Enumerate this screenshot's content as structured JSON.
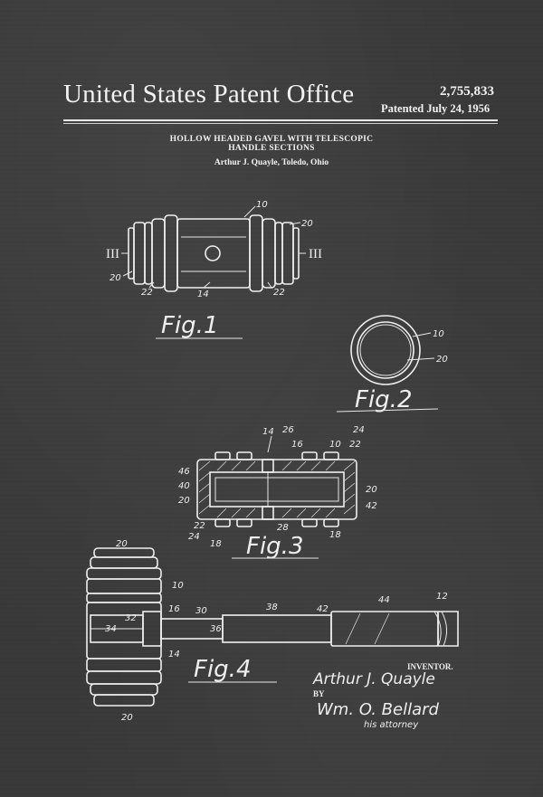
{
  "header": {
    "office": "United States Patent Office",
    "number": "2,755,833",
    "patented": "Patented July 24, 1956"
  },
  "document": {
    "title_line1": "HOLLOW HEADED GAVEL WITH TELESCOPIC",
    "title_line2": "HANDLE SECTIONS",
    "inventor": "Arthur J. Quayle, Toledo, Ohio"
  },
  "figures": {
    "fig1": "Fig.1",
    "fig2": "Fig.2",
    "fig3": "Fig.3",
    "fig4": "Fig.4"
  },
  "section_marks": {
    "left": "III",
    "right": "III"
  },
  "reference_numerals": {
    "n10": "10",
    "n12": "12",
    "n14": "14",
    "n16": "16",
    "n18": "18",
    "n20": "20",
    "n22": "22",
    "n24": "24",
    "n26": "26",
    "n28": "28",
    "n30": "30",
    "n32": "32",
    "n34": "34",
    "n36": "36",
    "n38": "38",
    "n40": "40",
    "n42": "42",
    "n44": "44",
    "n46": "46"
  },
  "signature_block": {
    "inventor_label": "INVENTOR.",
    "inventor_name": "Arthur J. Quayle",
    "by": "BY",
    "attorney_signature": "Wm. O. Bellard",
    "attorney_label": "his attorney"
  }
}
